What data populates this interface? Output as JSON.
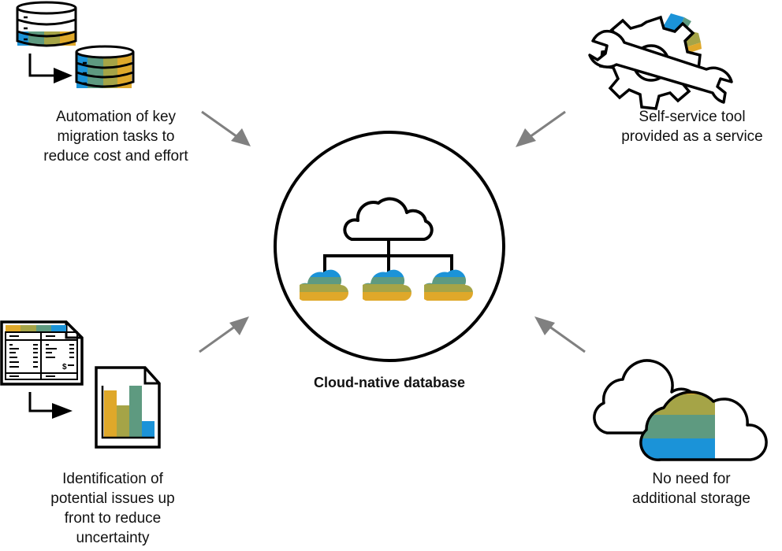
{
  "title": "Cloud-native database",
  "center": {
    "label": "Cloud-native database",
    "icon": "cloud-network-icon"
  },
  "benefits": [
    {
      "position": "top-left",
      "icon": "database-migration-icon",
      "label": "Automation of key\nmigration tasks to\nreduce cost and effort"
    },
    {
      "position": "top-right",
      "icon": "wrench-gear-icon",
      "label": "Self-service tool\nprovided as a service"
    },
    {
      "position": "bottom-left",
      "icon": "report-analysis-icon",
      "label": "Identification of\npotential issues up\nfront to reduce\nuncertainty"
    },
    {
      "position": "bottom-right",
      "icon": "cloud-storage-icon",
      "label": "No need for\nadditional storage"
    }
  ],
  "colors": {
    "blue": "#1b93d8",
    "teal": "#5e9a80",
    "olive": "#a5a447",
    "gold": "#dfa82a",
    "arrow": "#808080",
    "stroke": "#000000"
  }
}
